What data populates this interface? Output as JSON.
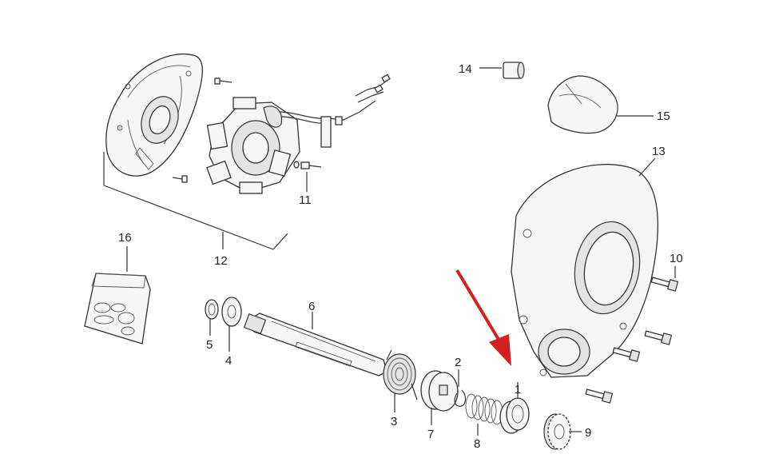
{
  "labels": {
    "p1": "1",
    "p2": "2",
    "p3": "3",
    "p4": "4",
    "p5": "5",
    "p6": "6",
    "p7": "7",
    "p8": "8",
    "p9": "9",
    "p10": "10",
    "p11": "11",
    "p12": "12",
    "p13": "13",
    "p14": "14",
    "p15": "15",
    "p16": "16"
  },
  "colors": {
    "line": "#333333",
    "arrow": "#d42020",
    "fill": "#f6f6f6"
  }
}
